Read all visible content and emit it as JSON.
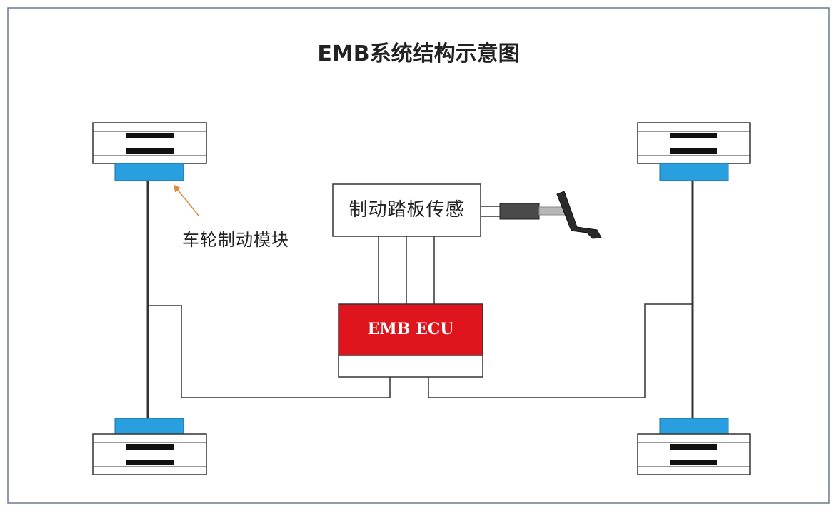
{
  "diagram": {
    "title": "EMB系统结构示意图",
    "wheel_module_label": "车轮制动模块",
    "pedal_sensor_label": "制动踏板传感",
    "ecu_label": "EMB ECU"
  },
  "colors": {
    "ecu_fill": "#e0141c",
    "brake_module_fill": "#2a9fe0",
    "line": "#333333",
    "callout_arrow": "#e08840",
    "frame_border": "#6a7a8a"
  },
  "icons": {
    "pedal": "brake-pedal-icon",
    "wheel": "wheel-icon"
  }
}
